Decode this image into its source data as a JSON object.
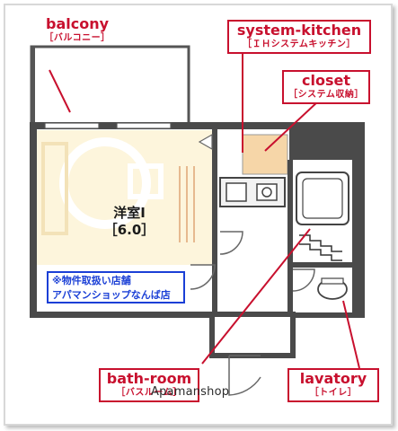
{
  "labels": {
    "balcony": {
      "en": "balcony",
      "jp": "［バルコニー］"
    },
    "system_kitchen": {
      "en": "system-kitchen",
      "jp": "［ＩＨシステムキッチン］"
    },
    "closet": {
      "en": "closet",
      "jp": "［システム収納］"
    },
    "bath_room": {
      "en": "bath-room",
      "jp": "［バスルーム］"
    },
    "lavatory": {
      "en": "lavatory",
      "jp": "［トイレ］"
    }
  },
  "room": {
    "name": "洋室Ⅰ",
    "size": "［6.0］"
  },
  "notice": {
    "line1": "※物件取扱い店舗",
    "line2": "アパマンショップなんば店"
  },
  "watermark": "Apamanshop",
  "colors": {
    "accent": "#c8102e",
    "notice": "#1a3fd6",
    "wall": "#4a4a4a",
    "room_floor": "#fdf5dc",
    "closet_floor": "#f6d6a8"
  }
}
